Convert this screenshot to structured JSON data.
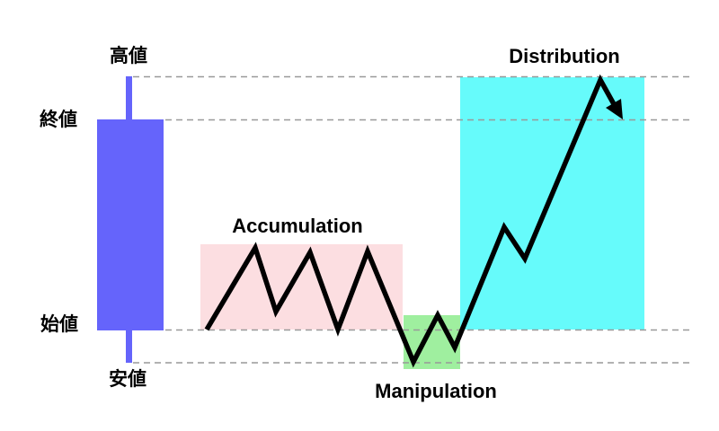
{
  "diagram": {
    "background": "#ffffff",
    "line_color": "#000000",
    "gridline_color": "#999999",
    "candle": {
      "color": "#6564fb",
      "labels": {
        "high": "高値",
        "close": "終値",
        "open": "始値",
        "low": "安値"
      }
    },
    "phases": [
      {
        "id": "accumulation",
        "label": "Accumulation",
        "color": "#fcdee1"
      },
      {
        "id": "manipulation",
        "label": "Manipulation",
        "color": "#9fef9f"
      },
      {
        "id": "distribution",
        "label": "Distribution",
        "color": "#66fbfb"
      }
    ]
  }
}
